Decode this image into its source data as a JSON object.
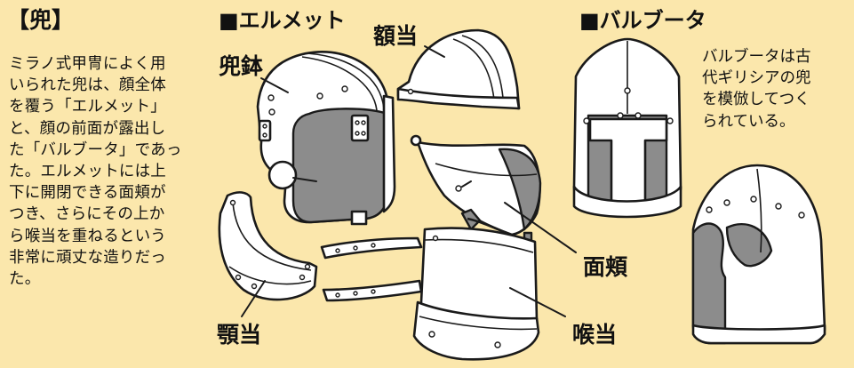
{
  "title": "【兜】",
  "intro_lines": [
    "ミラノ式甲冑によく用",
    "いられた兜は、顔全体",
    "を覆う「エルメット」",
    "と、顔の前面が露出し",
    "た「バルブータ」であっ",
    "た。エルメットには上",
    "下に開閉できる面頬が",
    "つき、さらにその上か",
    "ら喉当を重ねるという",
    "非常に頑丈な造りだっ",
    "た。"
  ],
  "sections": {
    "armet": "■エルメット",
    "barbuta": "■バルブータ"
  },
  "barbuta_lines": [
    "バルブータは古",
    "代ギリシアの兜",
    "を模倣してつく",
    "られている。"
  ],
  "labels": {
    "skull": "兜鉢",
    "brow": "額当",
    "visor": "面頬",
    "cheek": "顎当",
    "bevor": "喉当"
  }
}
